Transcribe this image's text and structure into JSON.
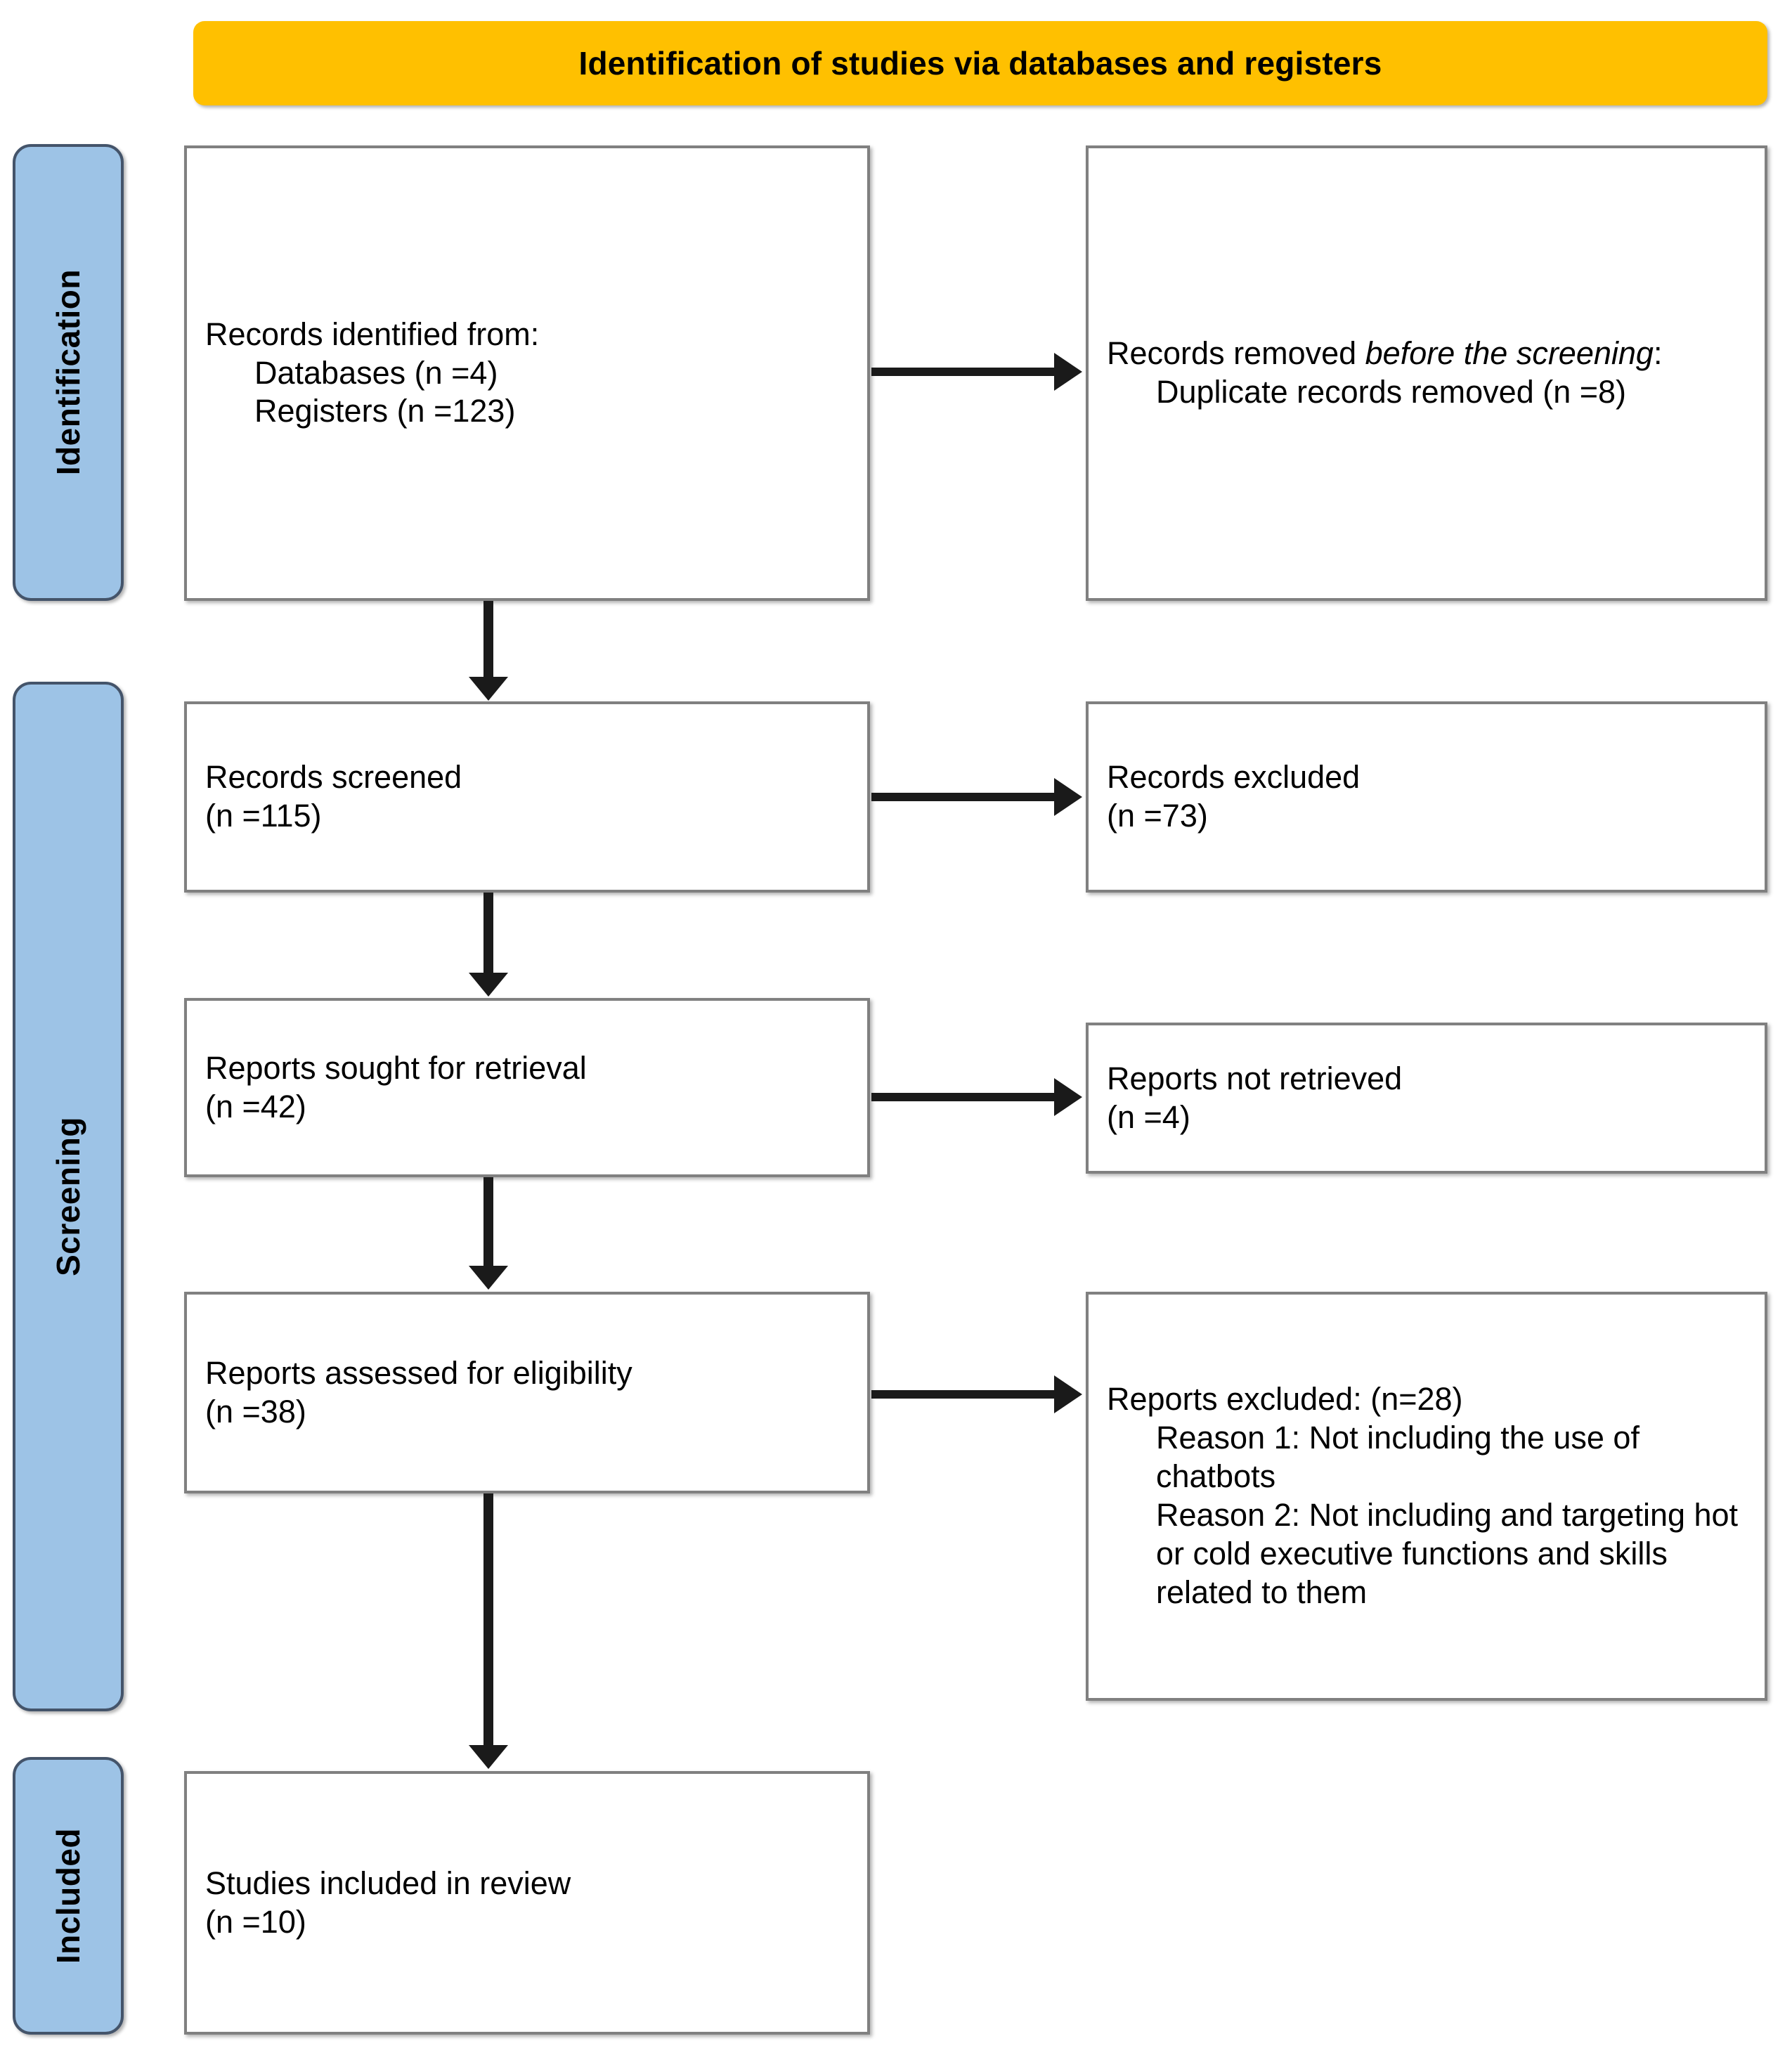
{
  "title": "Identification of studies via databases and registers",
  "colors": {
    "banner": "#FFC000",
    "stage_fill": "#9DC3E6",
    "stage_border": "#44546A",
    "box_border": "#808080",
    "arrow": "#1a1a1a"
  },
  "stages": [
    {
      "id": "identification",
      "label": "Identification"
    },
    {
      "id": "screening",
      "label": "Screening"
    },
    {
      "id": "included",
      "label": "Included"
    }
  ],
  "boxes": {
    "identified": {
      "l1": "Records identified from:",
      "l2": "Databases (n =4)",
      "l3": "Registers (n =123)"
    },
    "removed": {
      "l1a": "Records removed ",
      "l1b": "before the screening",
      "l1c": ":",
      "l2": "Duplicate records removed (n =8)"
    },
    "screened": {
      "l1": "Records screened",
      "l2": "(n =115)"
    },
    "excluded": {
      "l1": "Records excluded",
      "l2": "(n =73)"
    },
    "sought": {
      "l1": "Reports sought for retrieval",
      "l2": "(n =42)"
    },
    "not_retrieved": {
      "l1": "Reports not retrieved",
      "l2": "(n =4)"
    },
    "assessed": {
      "l1": "Reports assessed for eligibility",
      "l2": "(n =38)"
    },
    "reports_excluded": {
      "l1": "Reports excluded: (n=28)",
      "l2": "Reason 1: Not including the use of chatbots",
      "l3": "Reason 2: Not including and targeting hot or cold executive functions and skills related to them"
    },
    "included": {
      "l1": "Studies included in review",
      "l2": "(n =10)"
    }
  },
  "chart_data": {
    "type": "diagram",
    "title": "Identification of studies via databases and registers",
    "nodes": [
      {
        "id": "identified",
        "stage": "Identification",
        "column": "left",
        "label": "Records identified from: Databases (n =4) Registers (n =123)",
        "counts": {
          "Databases": 4,
          "Registers": 123
        }
      },
      {
        "id": "removed",
        "stage": "Identification",
        "column": "right",
        "label": "Records removed before the screening: Duplicate records removed (n =8)",
        "counts": {
          "Duplicate records removed": 8
        }
      },
      {
        "id": "screened",
        "stage": "Screening",
        "column": "left",
        "label": "Records screened (n =115)",
        "counts": {
          "n": 115
        }
      },
      {
        "id": "excluded",
        "stage": "Screening",
        "column": "right",
        "label": "Records excluded (n =73)",
        "counts": {
          "n": 73
        }
      },
      {
        "id": "sought",
        "stage": "Screening",
        "column": "left",
        "label": "Reports sought for retrieval (n =42)",
        "counts": {
          "n": 42
        }
      },
      {
        "id": "not_retrieved",
        "stage": "Screening",
        "column": "right",
        "label": "Reports not retrieved (n =4)",
        "counts": {
          "n": 4
        }
      },
      {
        "id": "assessed",
        "stage": "Screening",
        "column": "left",
        "label": "Reports assessed for eligibility (n =38)",
        "counts": {
          "n": 38
        }
      },
      {
        "id": "reports_excluded",
        "stage": "Screening",
        "column": "right",
        "label": "Reports excluded: (n=28)",
        "counts": {
          "n": 28
        },
        "reasons": [
          "Reason 1: Not including the use of chatbots",
          "Reason 2: Not including and targeting hot or cold executive functions and skills related to them"
        ]
      },
      {
        "id": "included",
        "stage": "Included",
        "column": "left",
        "label": "Studies included in review (n =10)",
        "counts": {
          "n": 10
        }
      }
    ],
    "edges": [
      {
        "from": "identified",
        "to": "removed",
        "direction": "right"
      },
      {
        "from": "identified",
        "to": "screened",
        "direction": "down"
      },
      {
        "from": "screened",
        "to": "excluded",
        "direction": "right"
      },
      {
        "from": "screened",
        "to": "sought",
        "direction": "down"
      },
      {
        "from": "sought",
        "to": "not_retrieved",
        "direction": "right"
      },
      {
        "from": "sought",
        "to": "assessed",
        "direction": "down"
      },
      {
        "from": "assessed",
        "to": "reports_excluded",
        "direction": "right"
      },
      {
        "from": "assessed",
        "to": "included",
        "direction": "down"
      }
    ]
  }
}
